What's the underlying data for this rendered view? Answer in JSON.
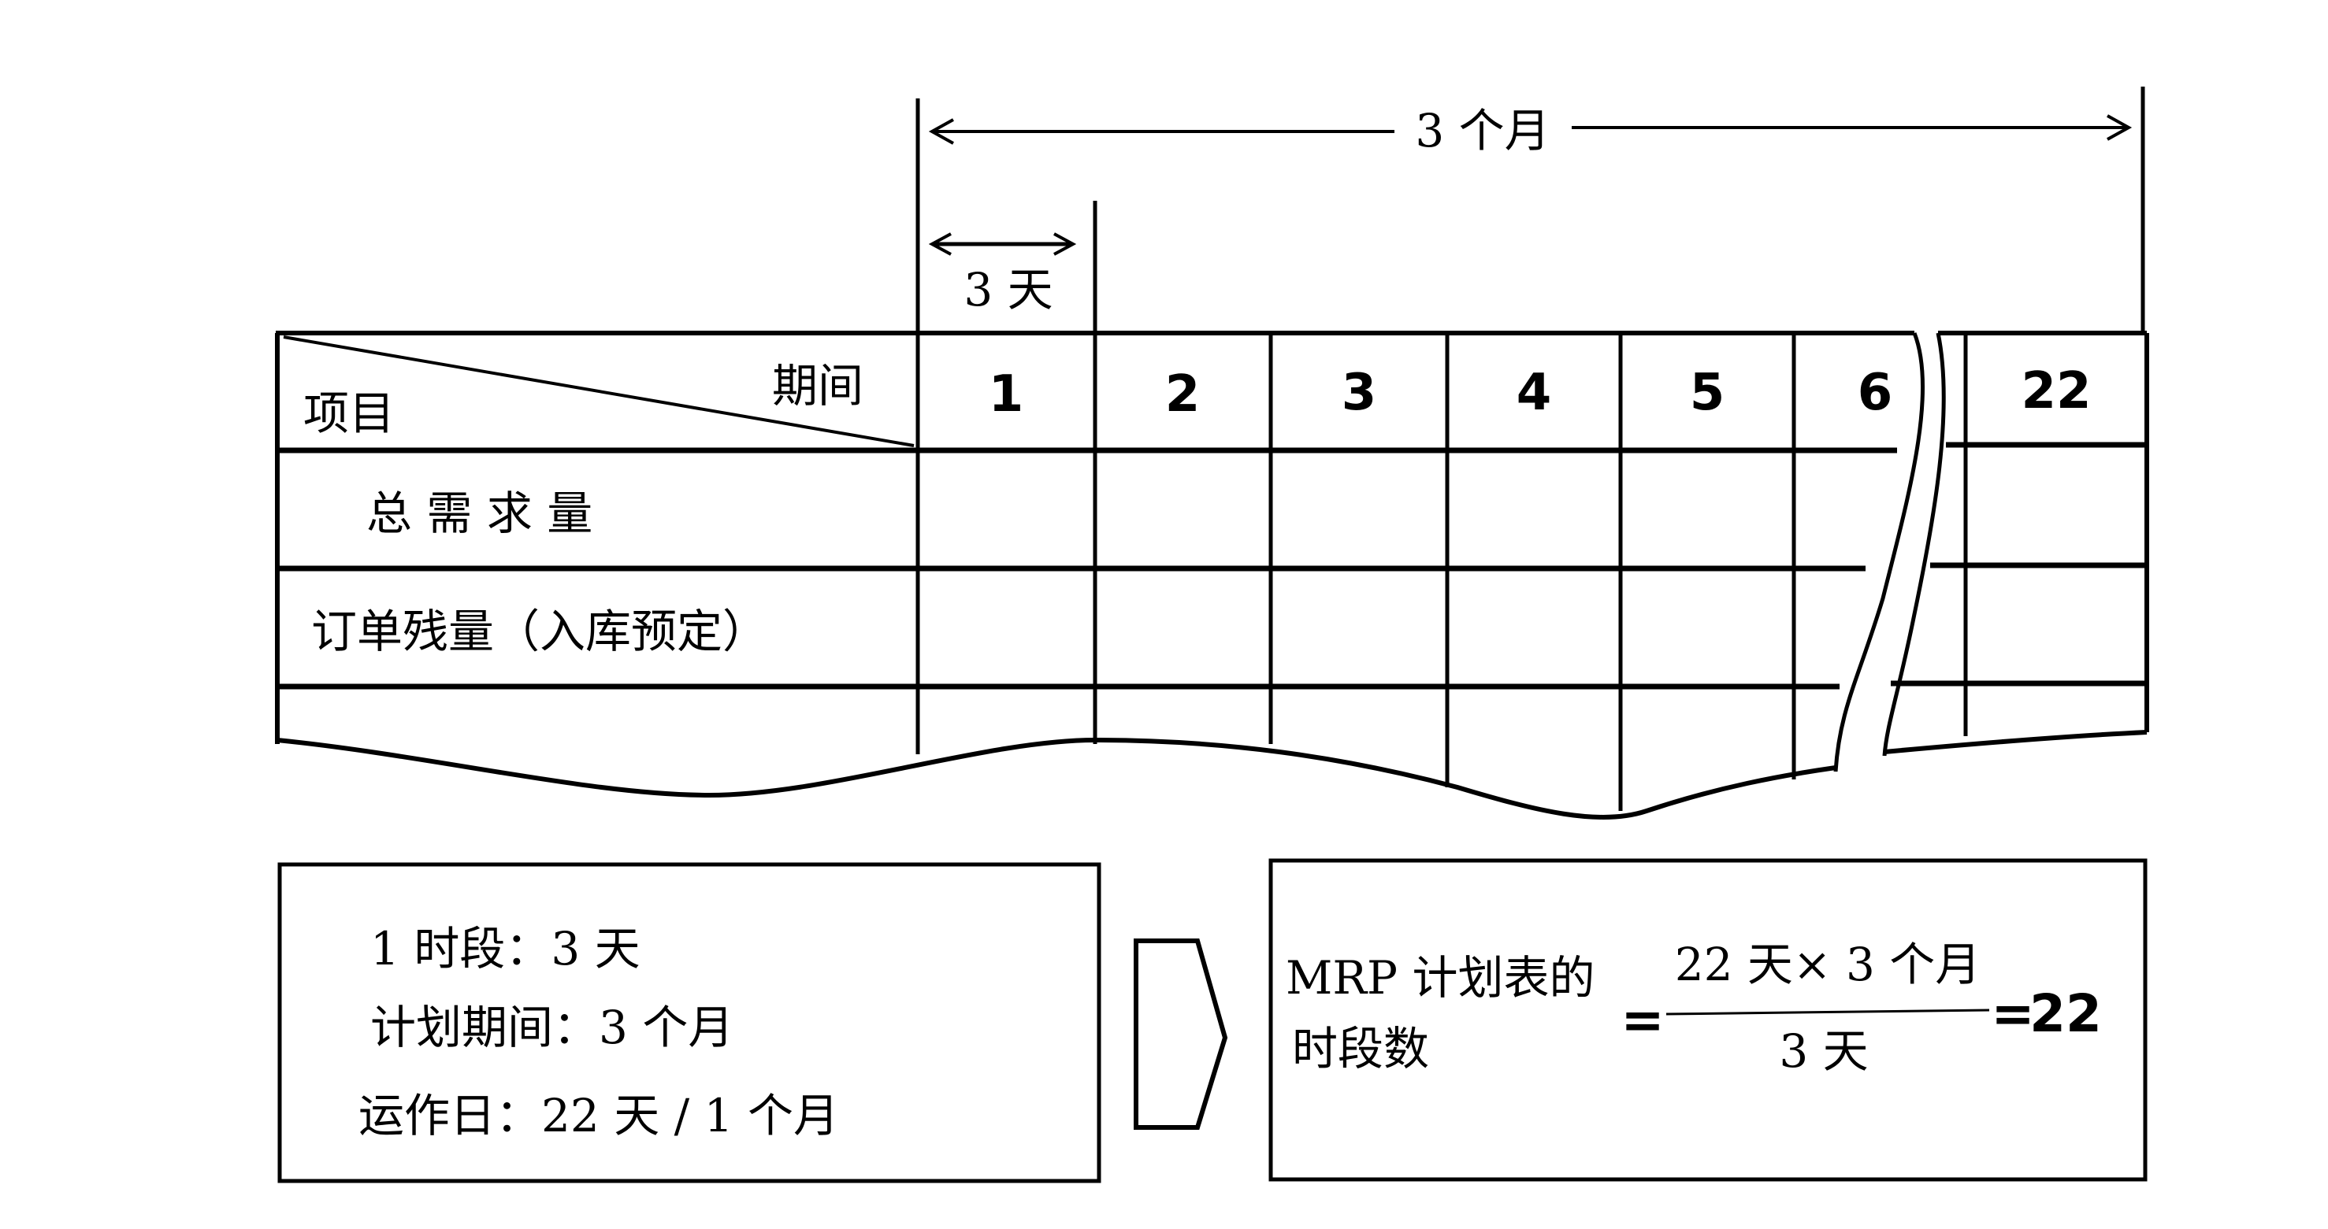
{
  "dimensions": {
    "total_span_label": "3 个月",
    "unit_span_label": "3 天"
  },
  "table": {
    "corner_row_label": "项目",
    "corner_col_label": "期间",
    "periods": [
      "1",
      "2",
      "3",
      "4",
      "5",
      "6",
      "22"
    ],
    "rows": [
      "总 需 求 量",
      "订单残量（入库预定）"
    ]
  },
  "conditions_box": {
    "lines": [
      "1 时段：3 天",
      "计划期间：3 个月",
      "运作日：22 天 / 1 个月"
    ]
  },
  "arrow_icon": "chevron-right-icon",
  "formula_box": {
    "lhs_line1": "MRP 计划表的",
    "lhs_line2": "时段数",
    "equals1": "=",
    "numerator": "22 天× 3 个月",
    "denominator": "3 天",
    "equals2": "=",
    "result": "22"
  }
}
